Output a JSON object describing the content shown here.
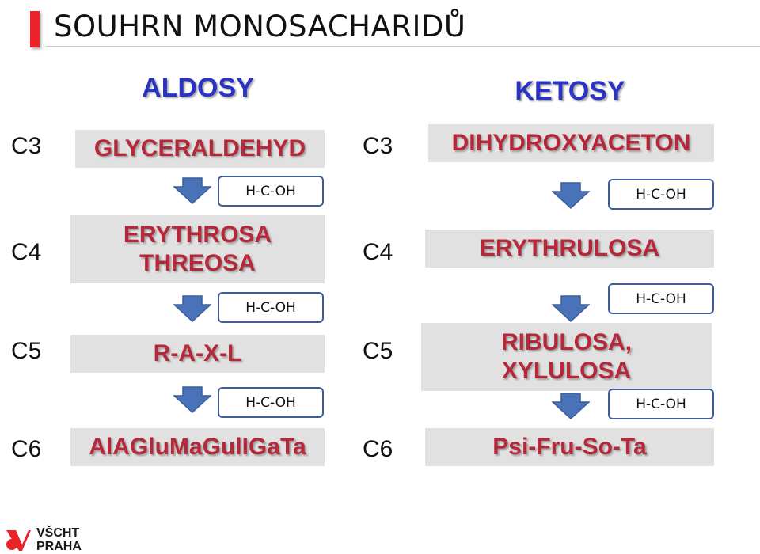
{
  "title": "SOUHRN MONOSACHARIDŮ",
  "colors": {
    "accent_bar": "#e8232a",
    "header_blue": "#2a33c4",
    "sugar_red": "#b5283a",
    "box_gray": "#e1e1e1",
    "arrow_blue": "#4a72b8",
    "hcoh_border": "#3e5c9a"
  },
  "aldosy": {
    "heading": "ALDOSY",
    "rows": [
      {
        "label": "C3",
        "lines": [
          "GLYCERALDEHYD"
        ]
      },
      {
        "label": "C4",
        "lines": [
          "ERYTHROSA",
          "THREOSA"
        ]
      },
      {
        "label": "C5",
        "lines": [
          "R-A-X-L"
        ]
      },
      {
        "label": "C6",
        "lines": [
          "AlAGluMaGulIGaTa"
        ]
      }
    ],
    "steps": [
      "H-C-OH",
      "H-C-OH",
      "H-C-OH"
    ]
  },
  "ketosy": {
    "heading": "KETOSY",
    "rows": [
      {
        "label": "C3",
        "lines": [
          "DIHYDROXYACETON"
        ]
      },
      {
        "label": "C4",
        "lines": [
          "ERYTHRULOSA"
        ]
      },
      {
        "label": "C5",
        "lines": [
          "RIBULOSA,",
          "XYLULOSA"
        ]
      },
      {
        "label": "C6",
        "lines": [
          "Psi-Fru-So-Ta"
        ]
      }
    ],
    "steps": [
      "H-C-OH",
      "H-C-OH",
      "H-C-OH"
    ]
  },
  "logo": {
    "line1": "VŠCHT",
    "line2": "PRAHA",
    "icon": "vscht-logo-icon"
  }
}
